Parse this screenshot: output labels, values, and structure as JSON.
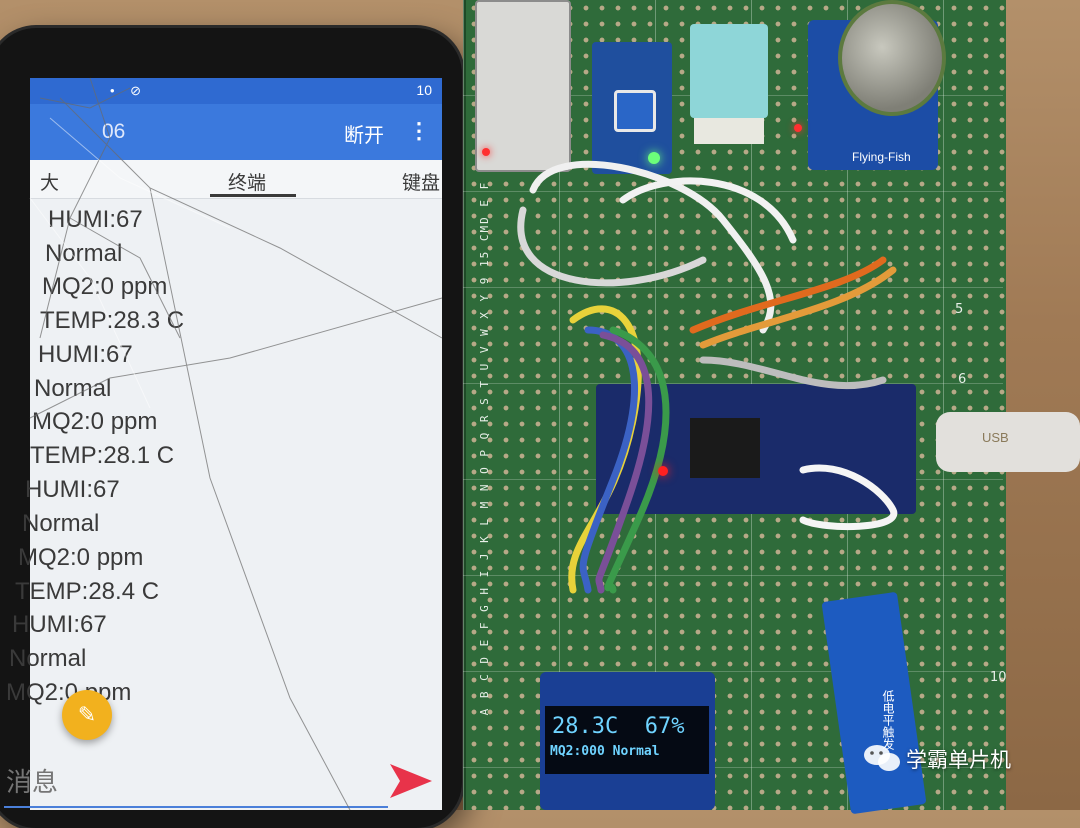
{
  "phone": {
    "status_time": "10",
    "app_title": "06",
    "disconnect_label": "断开",
    "more_label": "⋮",
    "tabs": {
      "left": "大",
      "terminal": "终端",
      "keyboard": "键盘"
    },
    "terminal_lines": [
      "HUMI:67",
      "Normal",
      "MQ2:0 ppm",
      "TEMP:28.3 C",
      "HUMI:67",
      "Normal",
      "MQ2:0 ppm",
      "TEMP:28.1 C",
      "HUMI:67",
      "Normal",
      "MQ2:0 ppm",
      "TEMP:28.4 C",
      "HUMI:67",
      "Normal",
      "MQ2:0 ppm"
    ],
    "message_placeholder": "消息",
    "accent_color": "#3b79dd",
    "send_color": "#e8334a",
    "fab_color": "#f2b11e"
  },
  "board": {
    "oled_line1": "28.3C  67%",
    "oled_line2": "MQ2:000 Normal",
    "edge_letters": "A B C D E F G H I J K L M N O P Q R S T U V W X Y 9 15 CMD E F G H I J K L M",
    "numbers": [
      "5",
      "6",
      "10"
    ],
    "mq2_label": "Flying-Fish",
    "level_module_text": "低电平触发",
    "usb_label": "USB"
  },
  "watermark": "学霸单片机"
}
